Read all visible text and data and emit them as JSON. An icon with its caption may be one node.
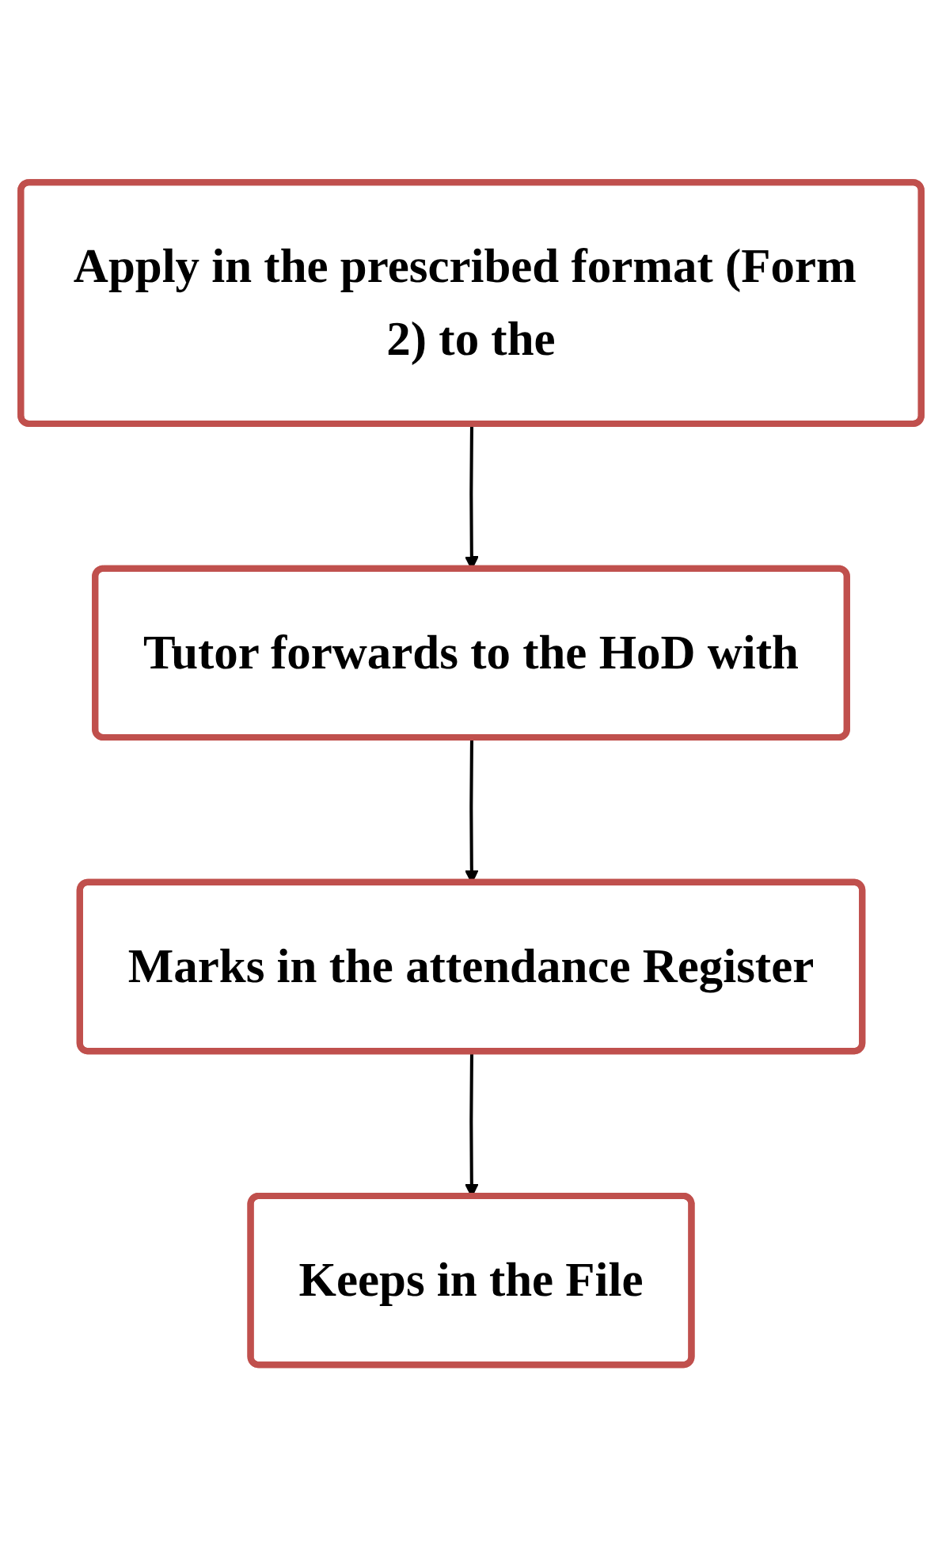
{
  "diagram": {
    "nodes": [
      {
        "text": [
          "Apply in the prescribed format (Form 2) to the"
        ]
      },
      {
        "text": [
          "Tutor forwards to the HoD with"
        ]
      },
      {
        "text": [
          "Marks in the attendance Register"
        ]
      },
      {
        "text": [
          "Keeps in the File"
        ]
      }
    ],
    "edges": [
      {
        "from": 0,
        "to": 1,
        "arrow": "to"
      },
      {
        "from": 1,
        "to": 2,
        "arrow": "to"
      },
      {
        "from": 2,
        "to": 3,
        "arrow": "to"
      }
    ]
  }
}
